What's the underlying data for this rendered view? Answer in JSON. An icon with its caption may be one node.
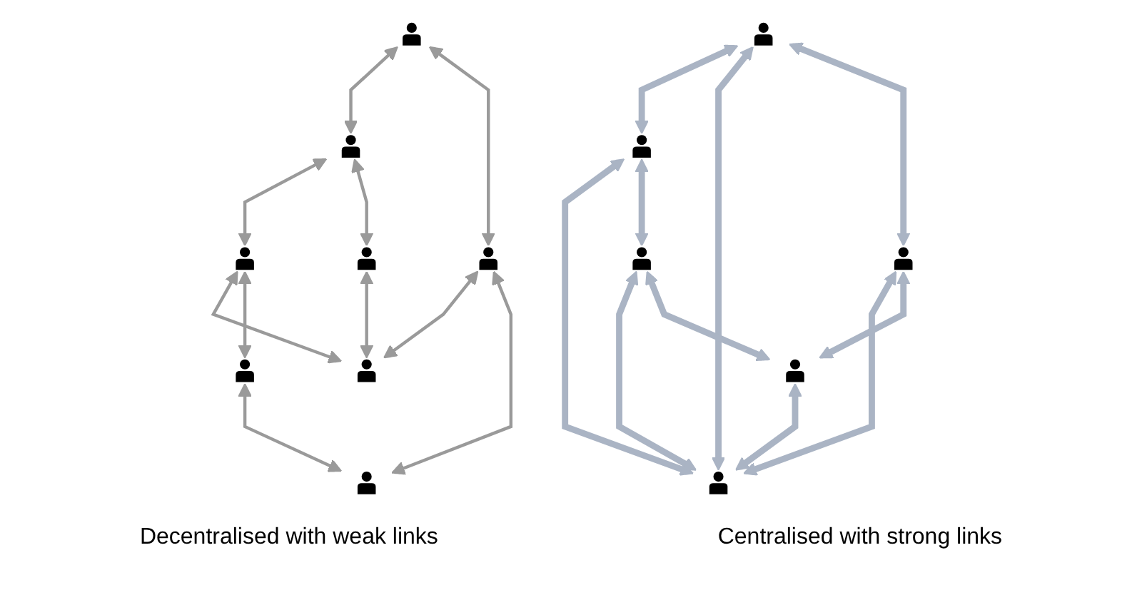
{
  "diagram": {
    "nodes": [
      {
        "text": [],
        "shape": "person"
      },
      {
        "text": [],
        "shape": "person"
      },
      {
        "text": [],
        "shape": "person"
      },
      {
        "text": [],
        "shape": "person"
      },
      {
        "text": [],
        "shape": "person"
      },
      {
        "text": [],
        "shape": "person"
      },
      {
        "text": [],
        "shape": "person"
      },
      {
        "text": [],
        "shape": "person"
      },
      {
        "text": [],
        "shape": "person"
      },
      {
        "text": [],
        "shape": "person"
      },
      {
        "text": [],
        "shape": "person"
      },
      {
        "text": [],
        "shape": "person"
      },
      {
        "text": [],
        "shape": "person"
      },
      {
        "text": [],
        "shape": "person"
      }
    ],
    "edges": [
      {
        "from": 0,
        "to": 1,
        "arrow": "both"
      },
      {
        "from": 1,
        "to": 2,
        "arrow": "both"
      },
      {
        "from": 0,
        "to": 3,
        "arrow": "both"
      },
      {
        "from": 1,
        "to": 4,
        "arrow": "both"
      },
      {
        "from": 2,
        "to": 5,
        "arrow": "both"
      },
      {
        "from": 2,
        "to": 6,
        "arrow": "both"
      },
      {
        "from": 3,
        "to": 5,
        "arrow": "both"
      },
      {
        "from": 4,
        "to": 5,
        "arrow": "both"
      },
      {
        "from": 3,
        "to": 7,
        "arrow": "both"
      },
      {
        "from": 6,
        "to": 7,
        "arrow": "both"
      },
      {
        "from": 8,
        "to": 9,
        "arrow": "both",
        "style": "thick"
      },
      {
        "from": 8,
        "to": 10,
        "arrow": "both",
        "style": "thick"
      },
      {
        "from": 8,
        "to": 11,
        "arrow": "both",
        "style": "thick"
      },
      {
        "from": 9,
        "to": 10,
        "arrow": "both",
        "style": "thick"
      },
      {
        "from": 11,
        "to": 10,
        "arrow": "both",
        "style": "thick"
      },
      {
        "from": 9,
        "to": 12,
        "arrow": "both",
        "style": "thick"
      },
      {
        "from": 11,
        "to": 13,
        "arrow": "both",
        "style": "thick"
      },
      {
        "from": 12,
        "to": 10,
        "arrow": "both",
        "style": "thick"
      },
      {
        "from": 13,
        "to": 10,
        "arrow": "both",
        "style": "thick"
      },
      {
        "from": 12,
        "to": 13,
        "arrow": "both",
        "style": "thick"
      }
    ],
    "labels": [
      "Decentralised with weak links",
      "Centralised with strong links"
    ]
  }
}
